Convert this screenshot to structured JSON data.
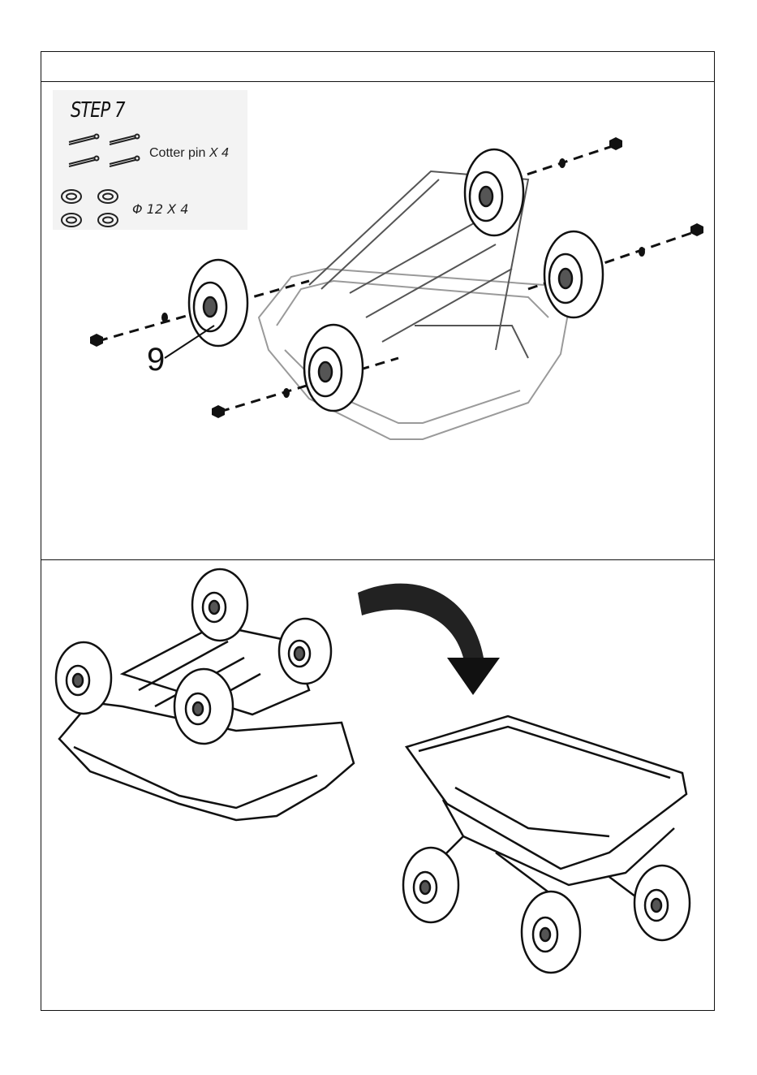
{
  "step": {
    "title": "STEP 7"
  },
  "parts": {
    "cotter_pin": {
      "label": "Cotter pin",
      "qty": "X 4"
    },
    "washer": {
      "label": "Φ 12",
      "qty": "X 4"
    }
  },
  "callout": {
    "part_number": "9"
  }
}
